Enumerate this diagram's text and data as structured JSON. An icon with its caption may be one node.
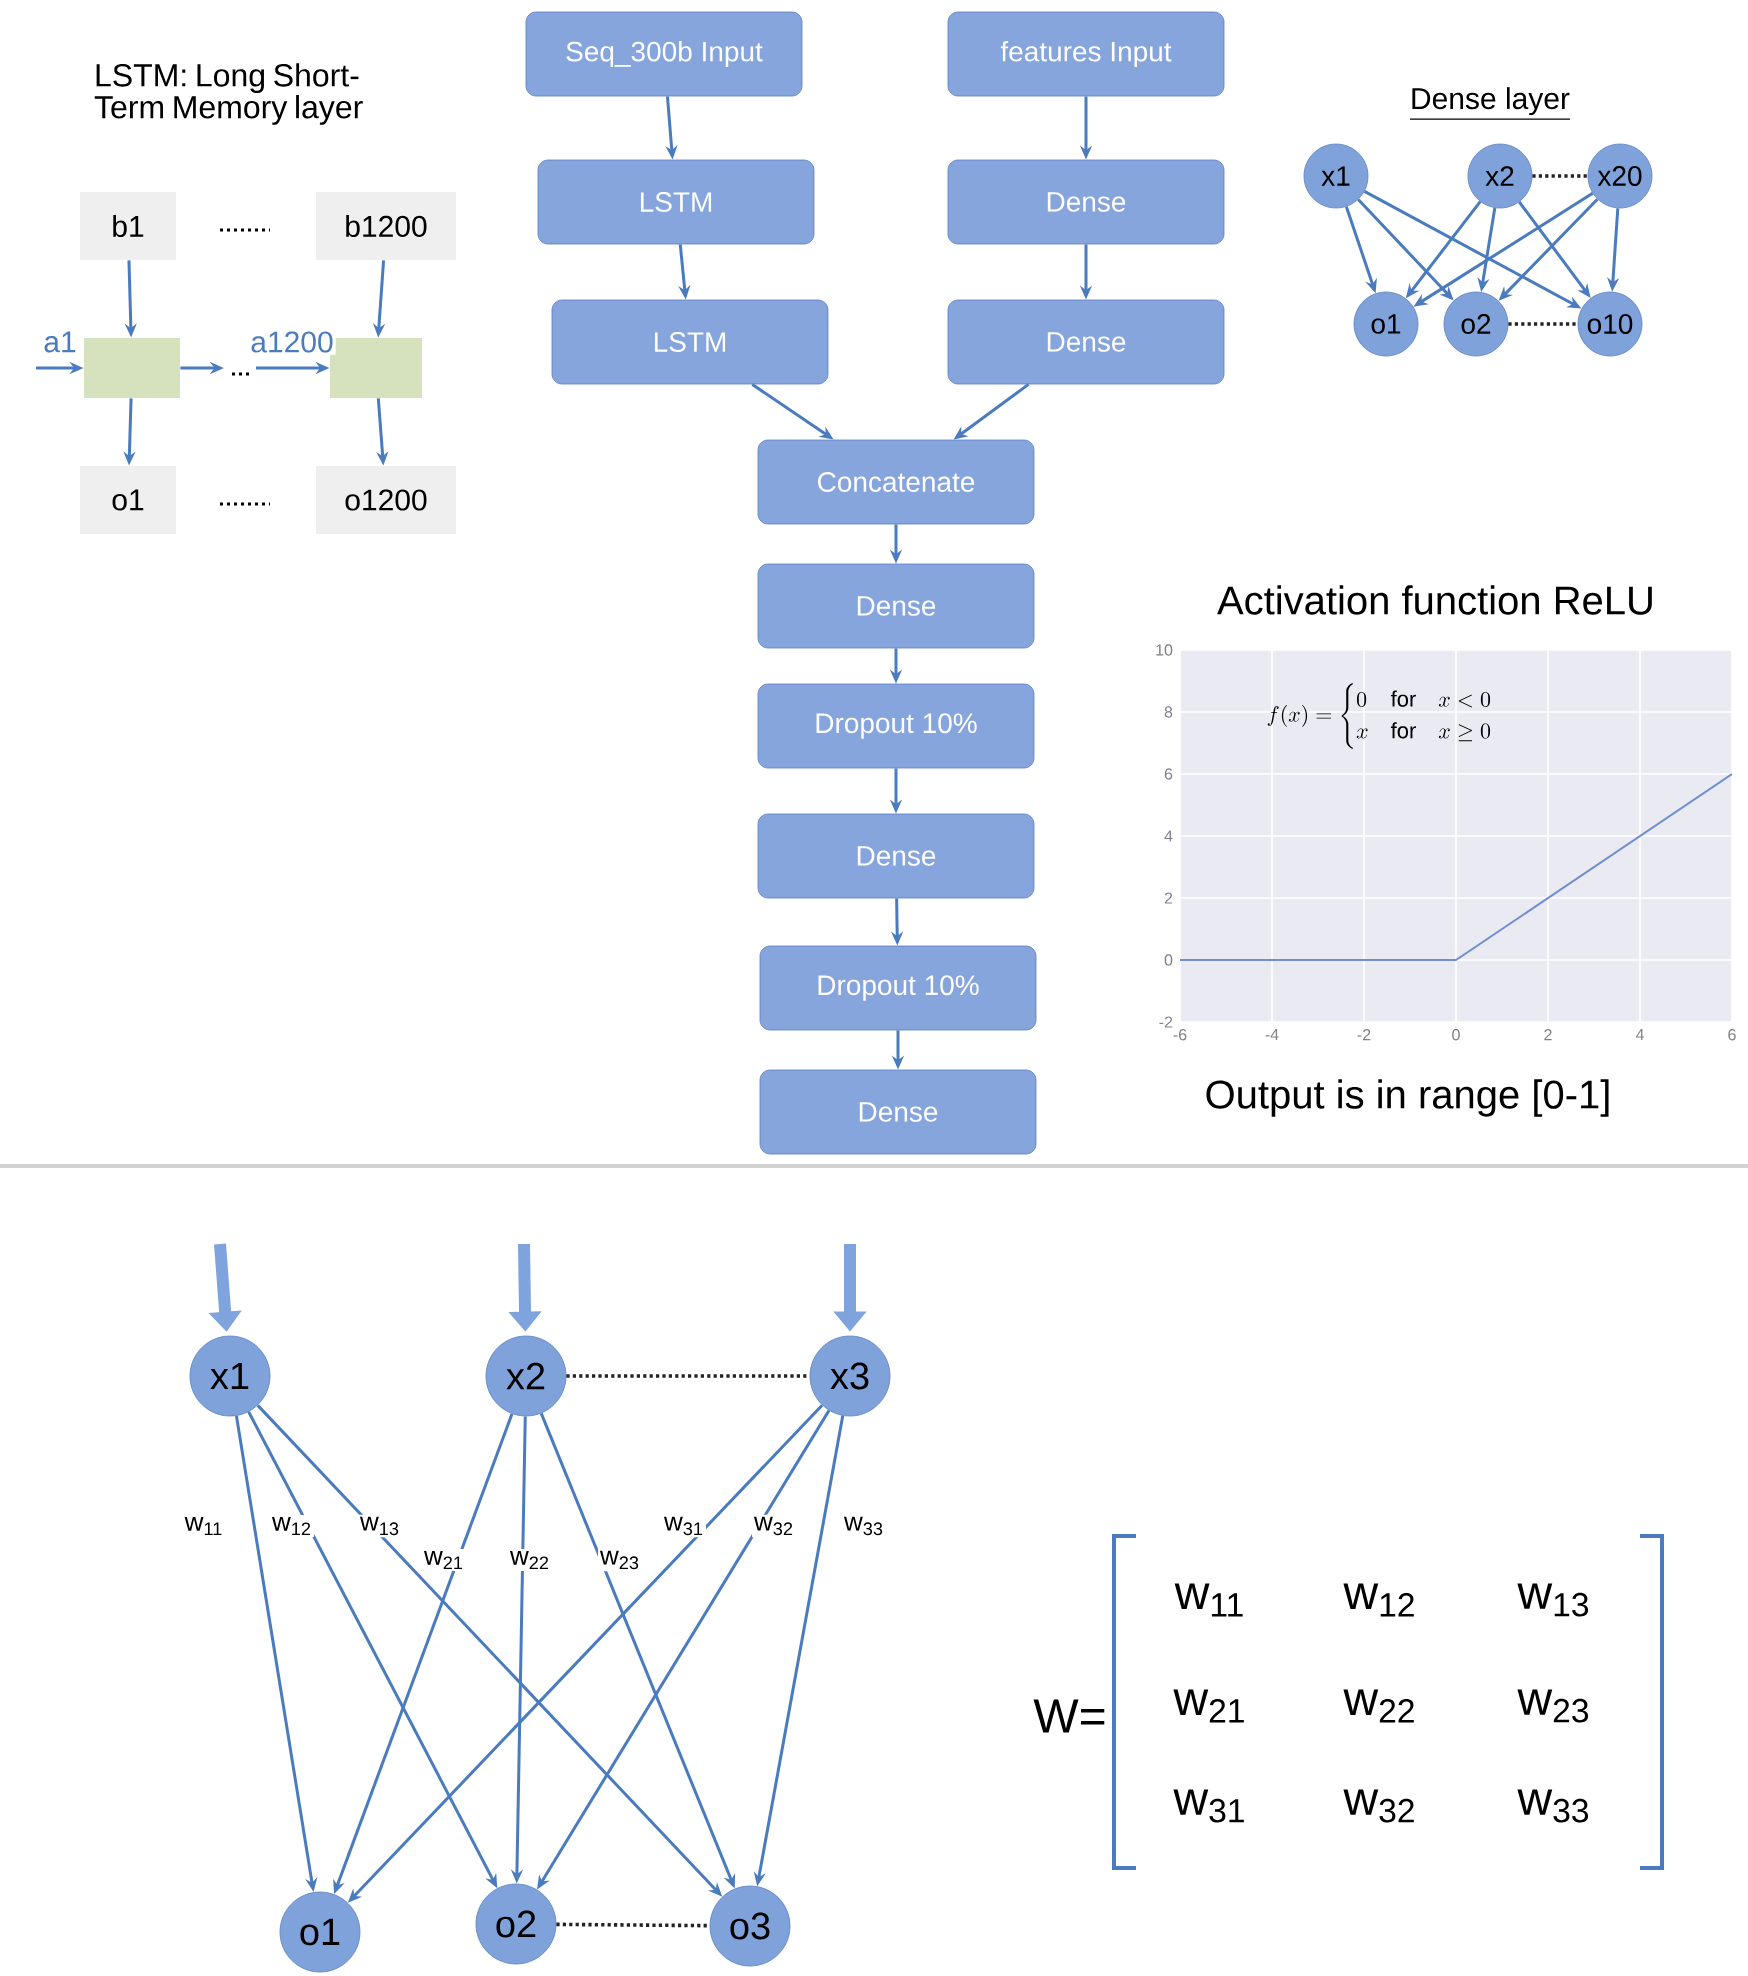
{
  "diagram": {
    "nodes": [
      {
        "text": [
          "Seq_300b Input"
        ]
      },
      {
        "text": [
          "features Input"
        ]
      },
      {
        "text": [
          "LSTM"
        ]
      },
      {
        "text": [
          "Dense"
        ]
      },
      {
        "text": [
          "LSTM"
        ]
      },
      {
        "text": [
          "Dense"
        ]
      },
      {
        "text": [
          "Concatenate"
        ]
      },
      {
        "text": [
          "Dense"
        ]
      },
      {
        "text": [
          "Dropout 10%"
        ]
      },
      {
        "text": [
          "Dense"
        ]
      },
      {
        "text": [
          "Dropout 10%"
        ]
      },
      {
        "text": [
          "Dense"
        ]
      },
      {
        "text": [
          "b1"
        ]
      },
      {
        "text": [
          "b1200"
        ]
      },
      {
        "text": [],
        "shape": "box"
      },
      {
        "text": [],
        "shape": "box"
      },
      {
        "text": [
          "o1"
        ]
      },
      {
        "text": [
          "o1200"
        ]
      },
      {
        "text": [
          "x1"
        ]
      },
      {
        "text": [
          "x2"
        ]
      },
      {
        "text": [
          "x20"
        ]
      },
      {
        "text": [
          "o1"
        ]
      },
      {
        "text": [
          "o2"
        ]
      },
      {
        "text": [
          "o10"
        ]
      },
      {
        "text": [
          "x1"
        ]
      },
      {
        "text": [
          "x2"
        ]
      },
      {
        "text": [
          "x3"
        ]
      },
      {
        "text": [
          "o1"
        ]
      },
      {
        "text": [
          "o2"
        ]
      },
      {
        "text": [
          "o3"
        ]
      }
    ],
    "edges": [
      {
        "from": 0,
        "to": 2,
        "arrow": "to"
      },
      {
        "from": 2,
        "to": 4,
        "arrow": "to"
      },
      {
        "from": 1,
        "to": 3,
        "arrow": "to"
      },
      {
        "from": 3,
        "to": 5,
        "arrow": "to"
      },
      {
        "from": 4,
        "to": 6,
        "arrow": "to"
      },
      {
        "from": 5,
        "to": 6,
        "arrow": "to"
      },
      {
        "from": 6,
        "to": 7,
        "arrow": "to"
      },
      {
        "from": 7,
        "to": 8,
        "arrow": "to"
      },
      {
        "from": 8,
        "to": 9,
        "arrow": "to"
      },
      {
        "from": 9,
        "to": 10,
        "arrow": "to"
      },
      {
        "from": 10,
        "to": 11,
        "arrow": "to"
      },
      {
        "from": 12,
        "to": 14,
        "arrow": "to"
      },
      {
        "from": 14,
        "to": 16,
        "arrow": "to"
      },
      {
        "from": 13,
        "to": 15,
        "arrow": "to"
      },
      {
        "from": 15,
        "to": 17,
        "arrow": "to"
      },
      {
        "from": null,
        "to": 14,
        "arrow": "to",
        "label": "a1"
      },
      {
        "from": 14,
        "to": null,
        "arrow": "to"
      },
      {
        "from": null,
        "to": 15,
        "arrow": "to",
        "label": "a1200"
      },
      {
        "from": 18,
        "to": 21,
        "arrow": "to"
      },
      {
        "from": 18,
        "to": 22,
        "arrow": "to"
      },
      {
        "from": 18,
        "to": 23,
        "arrow": "to"
      },
      {
        "from": 19,
        "to": 21,
        "arrow": "to"
      },
      {
        "from": 19,
        "to": 22,
        "arrow": "to"
      },
      {
        "from": 19,
        "to": 23,
        "arrow": "to"
      },
      {
        "from": 20,
        "to": 21,
        "arrow": "to"
      },
      {
        "from": 20,
        "to": 22,
        "arrow": "to"
      },
      {
        "from": 20,
        "to": 23,
        "arrow": "to"
      },
      {
        "from": 19,
        "to": 20,
        "arrow": "none",
        "style": "dashed",
        "color": "#222222"
      },
      {
        "from": 22,
        "to": 23,
        "arrow": "none",
        "style": "dashed",
        "color": "#222222"
      },
      {
        "from": null,
        "to": 24,
        "arrow": "to",
        "style": "thick",
        "color": "#7fa3dc"
      },
      {
        "from": null,
        "to": 25,
        "arrow": "to",
        "style": "thick",
        "color": "#7fa3dc"
      },
      {
        "from": null,
        "to": 26,
        "arrow": "to",
        "style": "thick",
        "color": "#7fa3dc"
      },
      {
        "from": 24,
        "to": 27,
        "arrow": "to",
        "label": "w$_{11}$"
      },
      {
        "from": 24,
        "to": 28,
        "arrow": "to",
        "label": "w$_{12}$"
      },
      {
        "from": 24,
        "to": 29,
        "arrow": "to",
        "label": "w$_{13}$"
      },
      {
        "from": 25,
        "to": 27,
        "arrow": "to",
        "label": "w$_{21}$"
      },
      {
        "from": 25,
        "to": 28,
        "arrow": "to",
        "label": "w$_{22}$"
      },
      {
        "from": 25,
        "to": 29,
        "arrow": "to",
        "label": "w$_{23}$"
      },
      {
        "from": 26,
        "to": 27,
        "arrow": "to",
        "label": "w$_{31}$"
      },
      {
        "from": 26,
        "to": 28,
        "arrow": "to",
        "label": "w$_{32}$"
      },
      {
        "from": 26,
        "to": 29,
        "arrow": "to",
        "label": "w$_{33}$"
      },
      {
        "from": 25,
        "to": 26,
        "arrow": "none",
        "style": "dashed",
        "color": "#222222"
      },
      {
        "from": 28,
        "to": 29,
        "arrow": "none",
        "style": "dashed",
        "color": "#222222"
      }
    ],
    "labels": [
      "LSTM: Long Short-Term Memory layer",
      "Dense layer",
      "Output is in range [0-1]",
      "W=",
      "w$_{11}$",
      "w$_{12}$",
      "w$_{13}$",
      "w$_{21}$",
      "w$_{22}$",
      "w$_{23}$",
      "w$_{31}$",
      "w$_{32}$",
      "w$_{33}$"
    ],
    "chart_data": {
      "type": "line",
      "title": "Activation function ReLU",
      "x": [
        -6,
        0,
        6
      ],
      "series": [
        {
          "color": "#6f8fcf",
          "values": [
            0,
            0,
            6
          ]
        }
      ],
      "xlim": [
        -6,
        6
      ],
      "ylim": [
        -2,
        10
      ],
      "grid": true,
      "xticks": [
        -6,
        -4,
        -2,
        0,
        2,
        4,
        6
      ],
      "yticks": [
        -2,
        0,
        2,
        4,
        6,
        8,
        10
      ],
      "annotations": [
        "f(x) = \\begin{cases} 0 & \\mathrm{for} \\quad x < 0 \\\\ x & \\mathrm{for} \\quad x \\geq 0 \\end{cases}"
      ]
    }
  }
}
